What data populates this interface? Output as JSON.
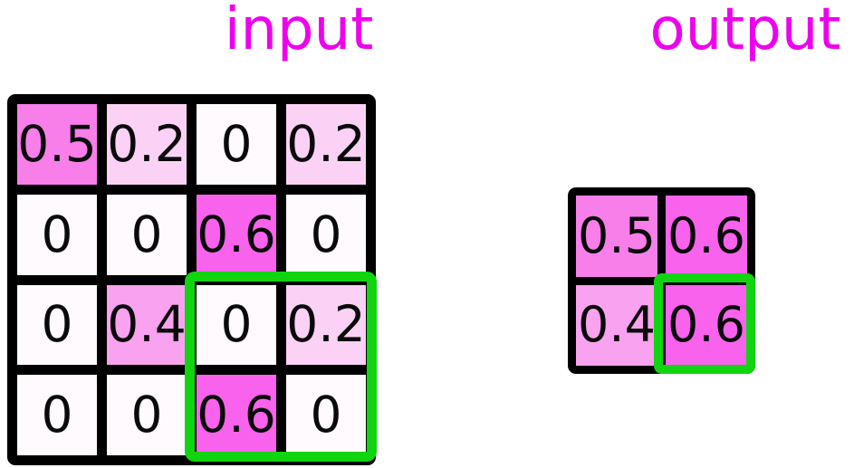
{
  "diagram": {
    "kind": "max-pooling illustration",
    "input_label": "input",
    "output_label": "output"
  },
  "colors": {
    "title": "#ee00ee",
    "grid_line": "#000000",
    "highlight_green": "#11d411",
    "value_text": "#0a0a0a",
    "shade_0": "#fefafe",
    "shade_02": "#fbd2f6",
    "shade_04": "#f9a2ef",
    "shade_05": "#f87eea",
    "shade_06": "#f962ec"
  },
  "input": {
    "label": "input",
    "cells": [
      [
        {
          "v": "0.5",
          "c": "#f87eea"
        },
        {
          "v": "0.2",
          "c": "#fbd2f6"
        },
        {
          "v": "0",
          "c": "#fefafe"
        },
        {
          "v": "0.2",
          "c": "#fbd2f6"
        }
      ],
      [
        {
          "v": "0",
          "c": "#fefafe"
        },
        {
          "v": "0",
          "c": "#fefafe"
        },
        {
          "v": "0.6",
          "c": "#f962ec"
        },
        {
          "v": "0",
          "c": "#fefafe"
        }
      ],
      [
        {
          "v": "0",
          "c": "#fefafe"
        },
        {
          "v": "0.4",
          "c": "#f9a2ef"
        },
        {
          "v": "0",
          "c": "#fefafe"
        },
        {
          "v": "0.2",
          "c": "#fbd2f6"
        }
      ],
      [
        {
          "v": "0",
          "c": "#fefafe"
        },
        {
          "v": "0",
          "c": "#fefafe"
        },
        {
          "v": "0.6",
          "c": "#f962ec"
        },
        {
          "v": "0",
          "c": "#fefafe"
        }
      ]
    ],
    "highlight_window": "rows 3-4, cols 3-4"
  },
  "output": {
    "label": "output",
    "cells": [
      [
        {
          "v": "0.5",
          "c": "#f87eea"
        },
        {
          "v": "0.6",
          "c": "#f962ec"
        }
      ],
      [
        {
          "v": "0.4",
          "c": "#f9a2ef"
        },
        {
          "v": "0.6",
          "c": "#f962ec"
        }
      ]
    ],
    "highlight_cell": "row 2, col 2"
  }
}
